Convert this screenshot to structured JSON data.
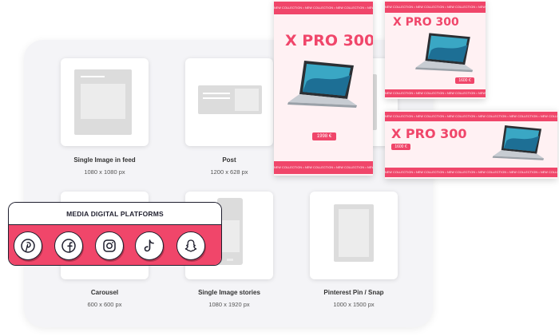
{
  "formats": [
    {
      "name": "Single Image in feed",
      "dims": "1080 x 1080 px"
    },
    {
      "name": "Post",
      "dims": "1200 x 628 px"
    },
    {
      "name": "Carousel",
      "dims": "600 x 600 px"
    },
    {
      "name": "Single Image stories",
      "dims": "1080 x 1920 px"
    },
    {
      "name": "Pinterest Pin / Snap",
      "dims": "1000 x 1500 px"
    }
  ],
  "media": {
    "title": "MEDIA DIGITAL PLATFORMS",
    "platforms": [
      {
        "name": "Pinterest",
        "icon": "pinterest-icon"
      },
      {
        "name": "Facebook",
        "icon": "facebook-icon"
      },
      {
        "name": "Instagram",
        "icon": "instagram-icon"
      },
      {
        "name": "TikTok",
        "icon": "tiktok-icon"
      },
      {
        "name": "Snapchat",
        "icon": "snapchat-icon"
      }
    ]
  },
  "ads": [
    {
      "product": "X PRO 300",
      "price": "1998 €",
      "band": "NEW COLLECTION  •  NEW COLLECTION  •  NEW COLLECTION  •  NEW COLLECTION  •  NEW COLLECTION  •  NEW COLLECTION"
    },
    {
      "product": "X PRO 300",
      "price": "1600 €",
      "band": "NEW COLLECTION  •  NEW COLLECTION  •  NEW COLLECTION  •  NEW COLLECTION  •  NEW COLLECTION"
    },
    {
      "product": "X PRO 300",
      "price": "1600 €",
      "band": "NEW COLLECTION  •  NEW COLLECTION  •  NEW COLLECTION  •  NEW COLLECTION  •  NEW COLLECTION  •  NEW COLLECTION  •  NEW COLLECTION  •  NEW COLLECTION"
    }
  ],
  "colors": {
    "accent": "#f0466a",
    "panel": "#f4f4f7",
    "outline": "#1f1f2e",
    "placeholder": "#dedede"
  }
}
